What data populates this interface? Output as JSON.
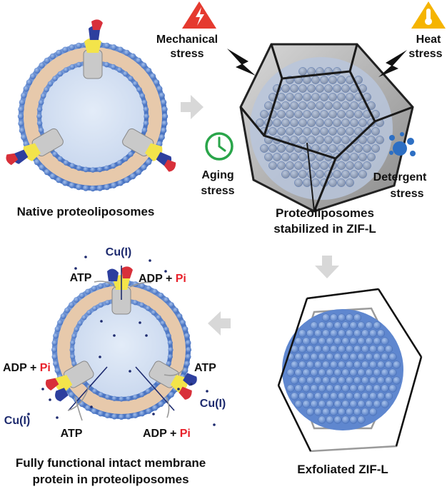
{
  "labels": {
    "native": "Native proteoliposomes",
    "stabilized_1": "Proteoliposomes",
    "stabilized_2": "stabilized in ZIF-L",
    "exfoliated": "Exfoliated ZIF-L",
    "functional_1": "Fully functional intact membrane",
    "functional_2": "protein in proteoliposomes"
  },
  "stresses": {
    "mechanical_1": "Mechanical",
    "mechanical_2": "stress",
    "heat_1": "Heat",
    "heat_2": "stress",
    "aging_1": "Aging",
    "aging_2": "stress",
    "detergent_1": "Detergent",
    "detergent_2": "stress"
  },
  "reaction": {
    "cu": "Cu(I)",
    "atp": "ATP",
    "adp": "ADP + ",
    "pi": "Pi"
  },
  "colors": {
    "outer_lipid_head": "#5f87cf",
    "bilayer_tail": "#e9c8a8",
    "vesicle_lumen": "#dbe6f5",
    "framework_shell": "#9a9a9a",
    "arrow_grey": "#d8d8d8",
    "pi_red": "#e8202a",
    "cu_navy": "#1d2a6e",
    "warning_red": "#e53a2f",
    "warning_yellow": "#f5b400",
    "clock_green": "#2aa54a",
    "bubble_blue": "#2d6fc3"
  }
}
